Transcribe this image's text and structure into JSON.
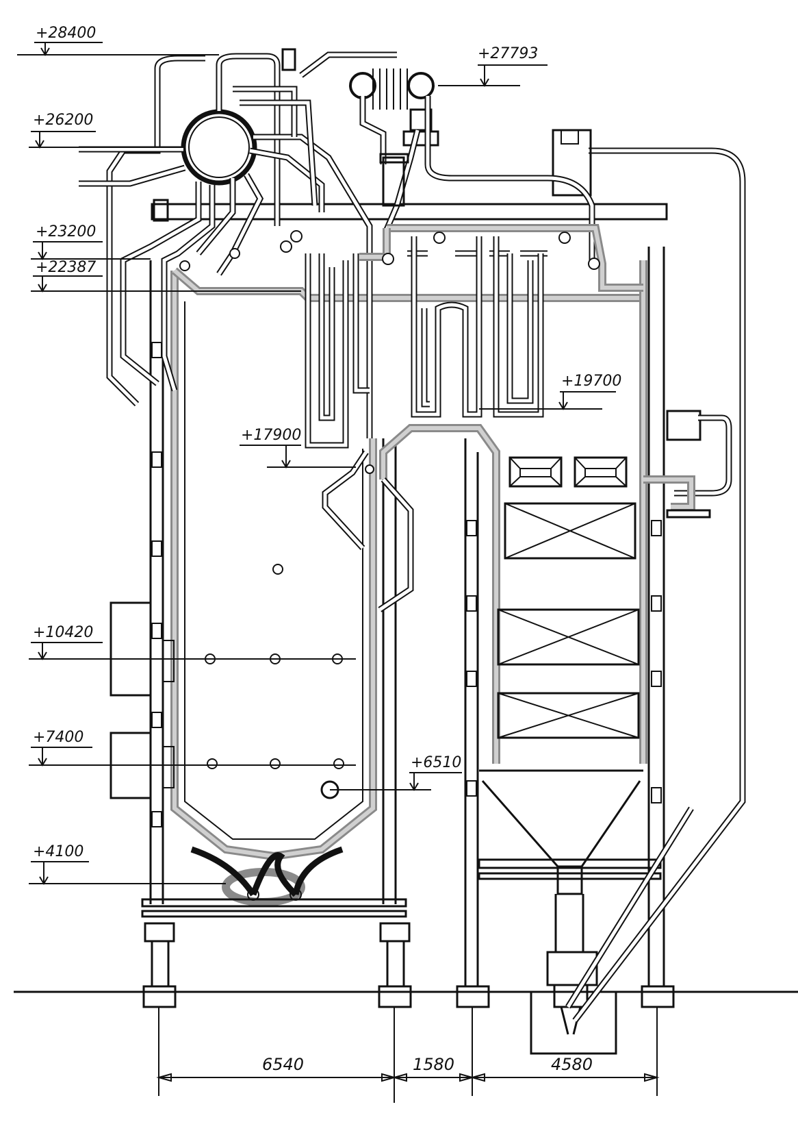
{
  "elevations": [
    {
      "id": "el-28400",
      "label": "+28400"
    },
    {
      "id": "el-27793",
      "label": "+27793"
    },
    {
      "id": "el-26200",
      "label": "+26200"
    },
    {
      "id": "el-23200",
      "label": "+23200"
    },
    {
      "id": "el-22387",
      "label": "+22387"
    },
    {
      "id": "el-19700",
      "label": "+19700"
    },
    {
      "id": "el-17900",
      "label": "+17900"
    },
    {
      "id": "el-10420",
      "label": "+10420"
    },
    {
      "id": "el-7400",
      "label": "+7400"
    },
    {
      "id": "el-6510",
      "label": "+6510"
    },
    {
      "id": "el-4100",
      "label": "+4100"
    }
  ],
  "dimensions": [
    {
      "id": "dim-6540",
      "label": "6540"
    },
    {
      "id": "dim-1580",
      "label": "1580"
    },
    {
      "id": "dim-4580",
      "label": "4580"
    }
  ]
}
